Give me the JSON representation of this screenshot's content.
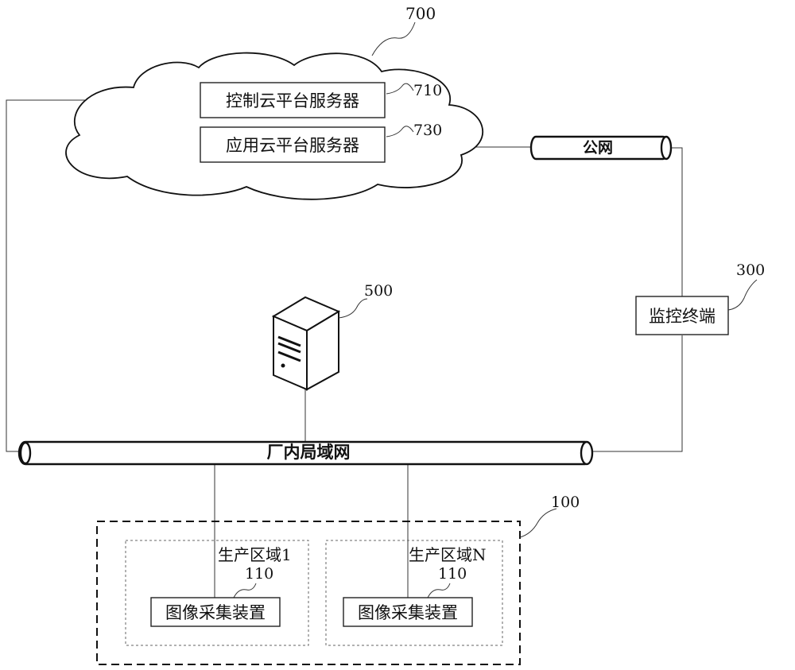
{
  "cloud": {
    "ref": "700"
  },
  "control_server": {
    "label": "控制云平台服务器",
    "ref": "710"
  },
  "app_server": {
    "label": "应用云平台服务器",
    "ref": "730"
  },
  "public_net": {
    "label": "公网"
  },
  "server": {
    "ref": "500"
  },
  "monitor": {
    "label": "监控终端",
    "ref": "300"
  },
  "lan": {
    "label": "厂内局域网"
  },
  "production": {
    "ref": "100",
    "zones": [
      {
        "label": "生产区域1",
        "ref": "110",
        "device": "图像采集装置"
      },
      {
        "label": "生产区域N",
        "ref": "110",
        "device": "图像采集装置"
      }
    ]
  }
}
